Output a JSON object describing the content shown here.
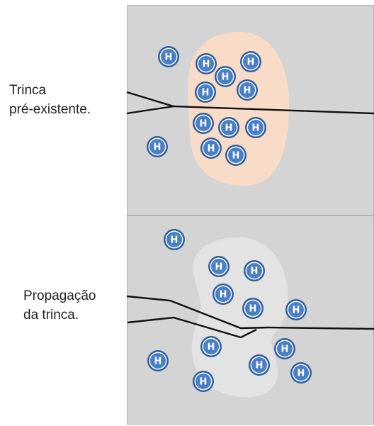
{
  "diagram": {
    "panels": [
      {
        "id": "pre-existing",
        "caption_lines": [
          "Trinca",
          "pré-existente."
        ]
      },
      {
        "id": "propagation",
        "caption_lines": [
          "Propagação",
          "da trinca."
        ]
      }
    ],
    "atom_label": "H",
    "colors": {
      "panel_background": "#d4d4d4",
      "panel_border": "#b2b2b2",
      "zone_top": "#f8dcc8",
      "zone_bottom": "#e3e3e3",
      "atom_fill": "#4a7fc6",
      "atom_ring": "#2f5f9e",
      "atom_outer_ring": "#ffffff",
      "crack_line": "#111111"
    }
  }
}
